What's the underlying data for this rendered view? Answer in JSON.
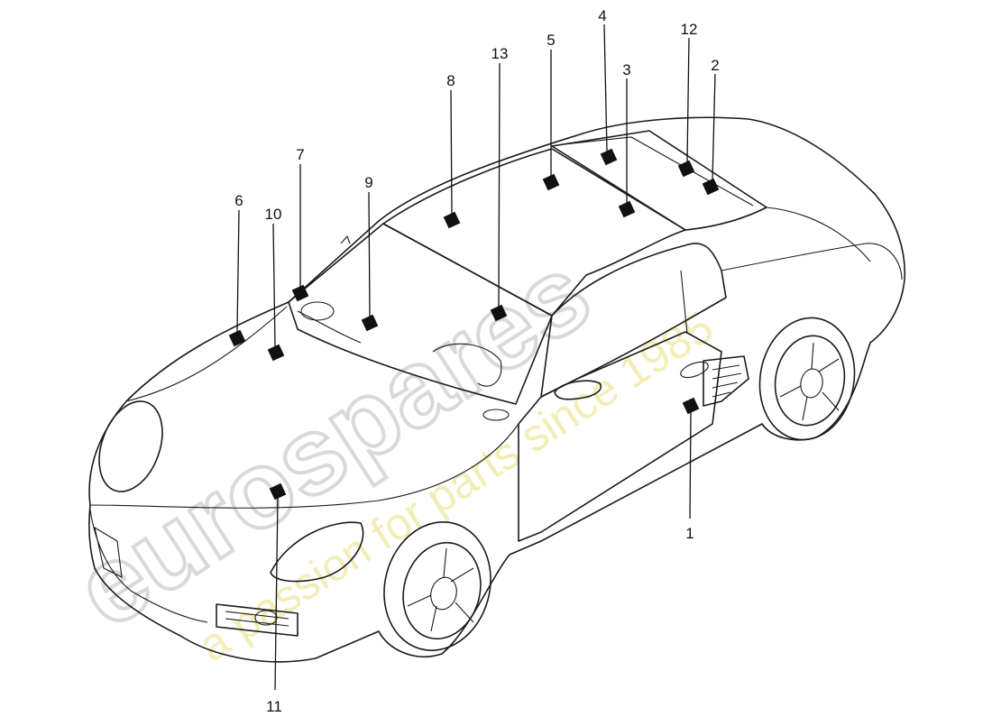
{
  "diagram": {
    "callouts": [
      {
        "id": "1",
        "label": "1"
      },
      {
        "id": "2",
        "label": "2"
      },
      {
        "id": "3",
        "label": "3"
      },
      {
        "id": "4",
        "label": "4"
      },
      {
        "id": "5",
        "label": "5"
      },
      {
        "id": "6",
        "label": "6"
      },
      {
        "id": "7",
        "label": "7"
      },
      {
        "id": "8",
        "label": "8"
      },
      {
        "id": "9",
        "label": "9"
      },
      {
        "id": "10",
        "label": "10"
      },
      {
        "id": "11",
        "label": "11"
      },
      {
        "id": "12",
        "label": "12"
      },
      {
        "id": "13",
        "label": "13"
      }
    ]
  },
  "watermark": {
    "brand": "eurospares",
    "tagline": "a passion for parts since 1985"
  }
}
